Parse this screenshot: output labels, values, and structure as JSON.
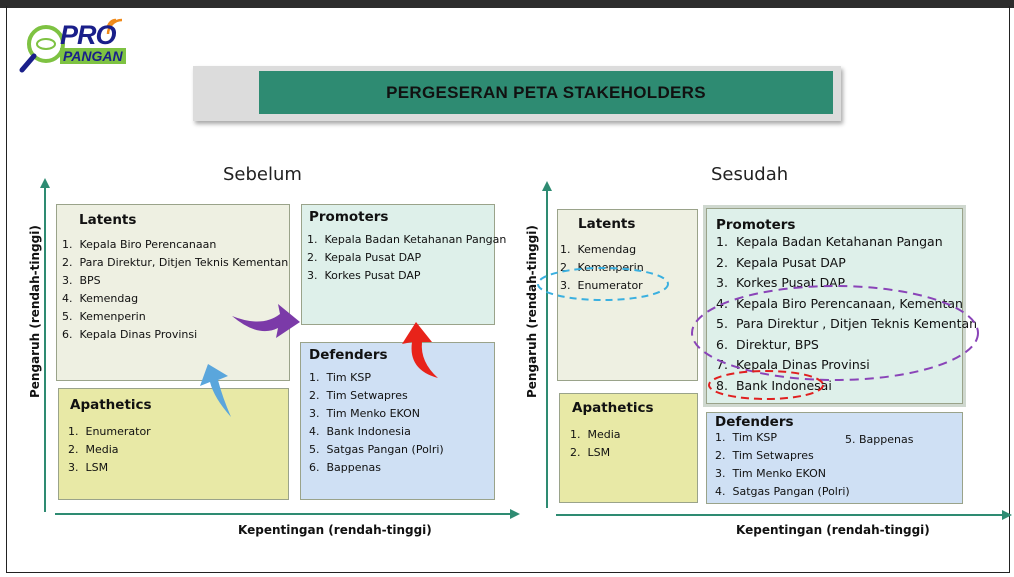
{
  "logo": {
    "pro": "PRO",
    "pangan": "PANGAN"
  },
  "title": "PERGESERAN PETA STAKEHOLDERS",
  "colors": {
    "title_bar": "#2e8b72",
    "latents": "#eef0e2",
    "promoters": "#def0ea",
    "defenders": "#cfe0f4",
    "apathetics": "#e8e9a6",
    "purple_arrow": "#7b3aa8",
    "red_arrow": "#e8231a",
    "blue_arrow": "#5aa6dc",
    "blue_dash": "#3ab0e0",
    "purple_dash": "#8a44b8",
    "red_dash": "#e02020"
  },
  "before": {
    "heading": "Sebelum",
    "y_axis": "Pengaruh (rendah-tinggi)",
    "x_axis": "Kepentingan (rendah-tinggi)",
    "latents": {
      "title": "Latents",
      "items": [
        "Kepala Biro Perencanaan",
        "Para Direktur, Ditjen Teknis Kementan",
        "BPS",
        "Kemendag",
        "Kemenperin",
        "Kepala Dinas Provinsi"
      ]
    },
    "promoters": {
      "title": "Promoters",
      "items": [
        "Kepala Badan Ketahanan Pangan",
        "Kepala Pusat DAP",
        "Korkes Pusat DAP"
      ]
    },
    "apathetics": {
      "title": "Apathetics",
      "items": [
        "Enumerator",
        "Media",
        "LSM"
      ]
    },
    "defenders": {
      "title": "Defenders",
      "items": [
        "Tim KSP",
        "Tim Setwapres",
        "Tim Menko EKON",
        "Bank Indonesia",
        "Satgas Pangan (Polri)",
        "Bappenas"
      ]
    }
  },
  "after": {
    "heading": "Sesudah",
    "y_axis": "Pengaruh (rendah-tinggi)",
    "x_axis": "Kepentingan (rendah-tinggi)",
    "latents": {
      "title": "Latents",
      "items": [
        "Kemendag",
        "Kemenperin",
        "Enumerator"
      ]
    },
    "promoters": {
      "title": "Promoters",
      "items": [
        "Kepala Badan Ketahanan Pangan",
        "Kepala Pusat DAP",
        "Korkes Pusat DAP",
        "Kepala Biro Perencanaan, Kementan",
        "Para Direktur , Ditjen Teknis Kementan",
        "Direktur, BPS",
        "Kepala Dinas Provinsi",
        "Bank Indonesai"
      ]
    },
    "apathetics": {
      "title": "Apathetics",
      "items": [
        "Media",
        "LSM"
      ]
    },
    "defenders": {
      "title": "Defenders",
      "items": [
        "Tim KSP",
        "Tim Setwapres",
        "Tim Menko EKON",
        "Satgas Pangan (Polri)"
      ],
      "extra": "5. Bappenas"
    }
  }
}
